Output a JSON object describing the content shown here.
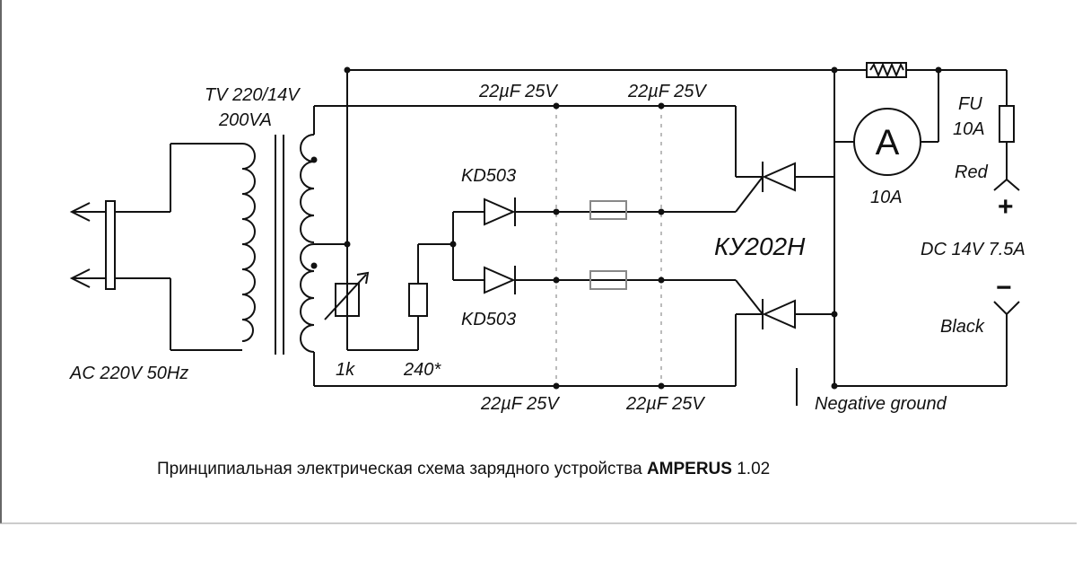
{
  "labels": {
    "transformer_line1": "TV 220/14V",
    "transformer_line2": "200VA",
    "ac_input": "AC 220V 50Hz",
    "diode_top": "KD503",
    "diode_bottom": "KD503",
    "cap_top_1": "22µF 25V",
    "cap_top_2": "22µF 25V",
    "cap_bottom_1": "22µF 25V",
    "cap_bottom_2": "22µF 25V",
    "thyristor": "КУ202Н",
    "ammeter_symbol": "A",
    "ammeter_rating": "10A",
    "fuse_line1": "FU",
    "fuse_line2": "10A",
    "positive_wire": "Red",
    "positive_sign": "+",
    "output": "DC 14V 7.5A",
    "negative_sign": "−",
    "negative_wire": "Black",
    "pot_value": "1k",
    "resistor_value": "240*",
    "ground": "Negative ground"
  },
  "caption": {
    "text": "Принципиальная электрическая схема зарядного устройства ",
    "bold": "AMPERUS",
    "version": " 1.02"
  }
}
